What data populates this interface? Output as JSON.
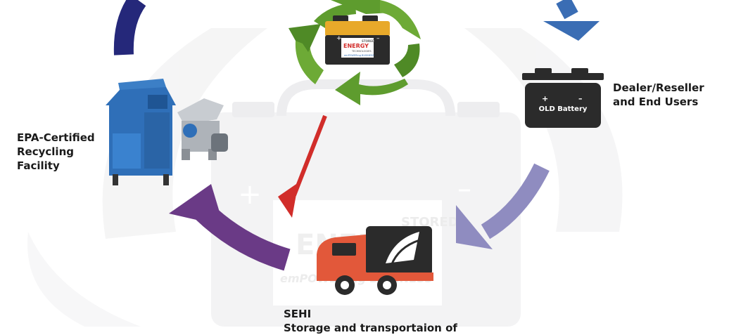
{
  "labels": {
    "facility": [
      "EPA-Certified",
      "Recycling",
      "Facility"
    ],
    "dealer": [
      "Dealer/Reseller",
      "and End Users"
    ],
    "sehi": [
      "SEHI",
      "Storage and transportaion of"
    ]
  },
  "battery_center": {
    "brand_line1": "STORED",
    "brand_line2": "ENERGY",
    "brand_line3": "TECHNOLOGIES",
    "tagline": "emPOWERing BUSINESS",
    "plus": "+",
    "minus": "–"
  },
  "old_battery": {
    "label": "OLD Battery",
    "plus": "+",
    "minus": "–"
  },
  "watermark": {
    "plus": "+",
    "minus": "–",
    "brand_line1": "STORED",
    "brand_line2": "ENERGY",
    "tagline": "emPOWERing BUSINESS"
  },
  "colors": {
    "navy_arrow": "#25287a",
    "blue_arrow": "#3a6db4",
    "lavender_arrow": "#8f8cc0",
    "purple_arrow": "#6a3a86",
    "red_arrow": "#d12d2a",
    "recycle_green": "#5e9c2e",
    "truck_orange": "#e2583a",
    "machine_blue": "#2f6fb8",
    "battery_dark": "#2b2b2b",
    "battery_gold": "#e8a92a"
  },
  "icons": [
    "recycle-icon",
    "battery-icon",
    "old-battery-icon",
    "truck-icon",
    "recycling-machine-icon",
    "shredder-icon"
  ]
}
